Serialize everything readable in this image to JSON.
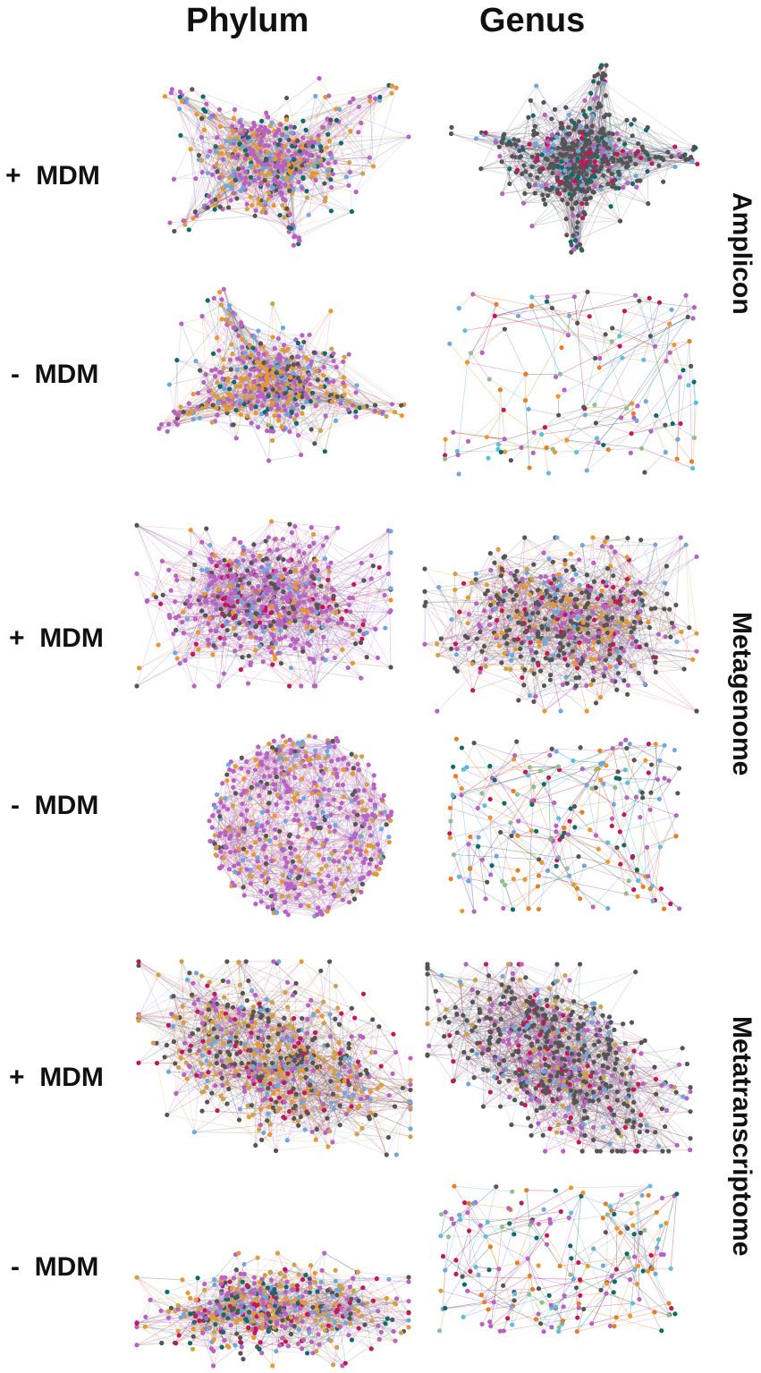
{
  "column_headers": [
    "Phylum",
    "Genus"
  ],
  "groups": [
    {
      "label": "Amplicon",
      "rows": [
        {
          "label": "+  MDM"
        },
        {
          "label": "-  MDM"
        }
      ]
    },
    {
      "label": "Metagenome",
      "rows": [
        {
          "label": "+  MDM"
        },
        {
          "label": "-  MDM"
        }
      ]
    },
    {
      "label": "Metatranscriptome",
      "rows": [
        {
          "label": "+  MDM"
        },
        {
          "label": "-  MDM"
        }
      ]
    }
  ],
  "node_colors": [
    "#b862c4",
    "#555555",
    "#e8982e",
    "#6fa8dc",
    "#0e6b6b",
    "#c2185b",
    "#8fbf8f",
    "#cfa24a",
    "#e67e22",
    "#5bc0de"
  ],
  "panels": [
    {
      "name": "amplicon-plus-phylum",
      "density": "dense",
      "nodes": 520,
      "palette": [
        0,
        0,
        0,
        0,
        2,
        2,
        3,
        1,
        4,
        7
      ]
    },
    {
      "name": "amplicon-plus-genus",
      "density": "dense",
      "nodes": 560,
      "palette": [
        1,
        1,
        1,
        1,
        1,
        1,
        4,
        3,
        5,
        0
      ]
    },
    {
      "name": "amplicon-minus-phylum",
      "density": "dense",
      "nodes": 520,
      "palette": [
        0,
        0,
        0,
        0,
        2,
        2,
        7,
        1,
        3,
        4
      ]
    },
    {
      "name": "amplicon-minus-genus",
      "density": "sparse",
      "nodes": 130,
      "palette": [
        0,
        4,
        2,
        3,
        5,
        6,
        1,
        8,
        0,
        9
      ]
    },
    {
      "name": "metagenome-plus-phylum",
      "density": "dense",
      "nodes": 560,
      "palette": [
        0,
        0,
        0,
        0,
        0,
        1,
        1,
        3,
        2,
        5
      ]
    },
    {
      "name": "metagenome-plus-genus",
      "density": "dense",
      "nodes": 560,
      "palette": [
        1,
        1,
        1,
        1,
        0,
        0,
        2,
        3,
        5,
        7
      ]
    },
    {
      "name": "metagenome-minus-phylum",
      "density": "dense",
      "nodes": 520,
      "palette": [
        0,
        0,
        0,
        0,
        0,
        0,
        3,
        2,
        1,
        7
      ]
    },
    {
      "name": "metagenome-minus-genus",
      "density": "sparse",
      "nodes": 200,
      "palette": [
        0,
        4,
        2,
        3,
        5,
        6,
        1,
        8,
        0,
        9
      ]
    },
    {
      "name": "metatranscriptome-plus-phylum",
      "density": "dense",
      "nodes": 620,
      "palette": [
        1,
        1,
        1,
        0,
        0,
        7,
        7,
        2,
        3,
        5
      ]
    },
    {
      "name": "metatranscriptome-plus-genus",
      "density": "dense",
      "nodes": 620,
      "palette": [
        1,
        1,
        1,
        1,
        1,
        0,
        0,
        7,
        3,
        5
      ]
    },
    {
      "name": "metatranscriptome-minus-phylum",
      "density": "dense",
      "nodes": 500,
      "palette": [
        0,
        0,
        0,
        7,
        7,
        2,
        3,
        4,
        1,
        5
      ]
    },
    {
      "name": "metatranscriptome-minus-genus",
      "density": "sparse",
      "nodes": 190,
      "palette": [
        0,
        4,
        2,
        3,
        5,
        6,
        1,
        8,
        0,
        9
      ]
    }
  ]
}
